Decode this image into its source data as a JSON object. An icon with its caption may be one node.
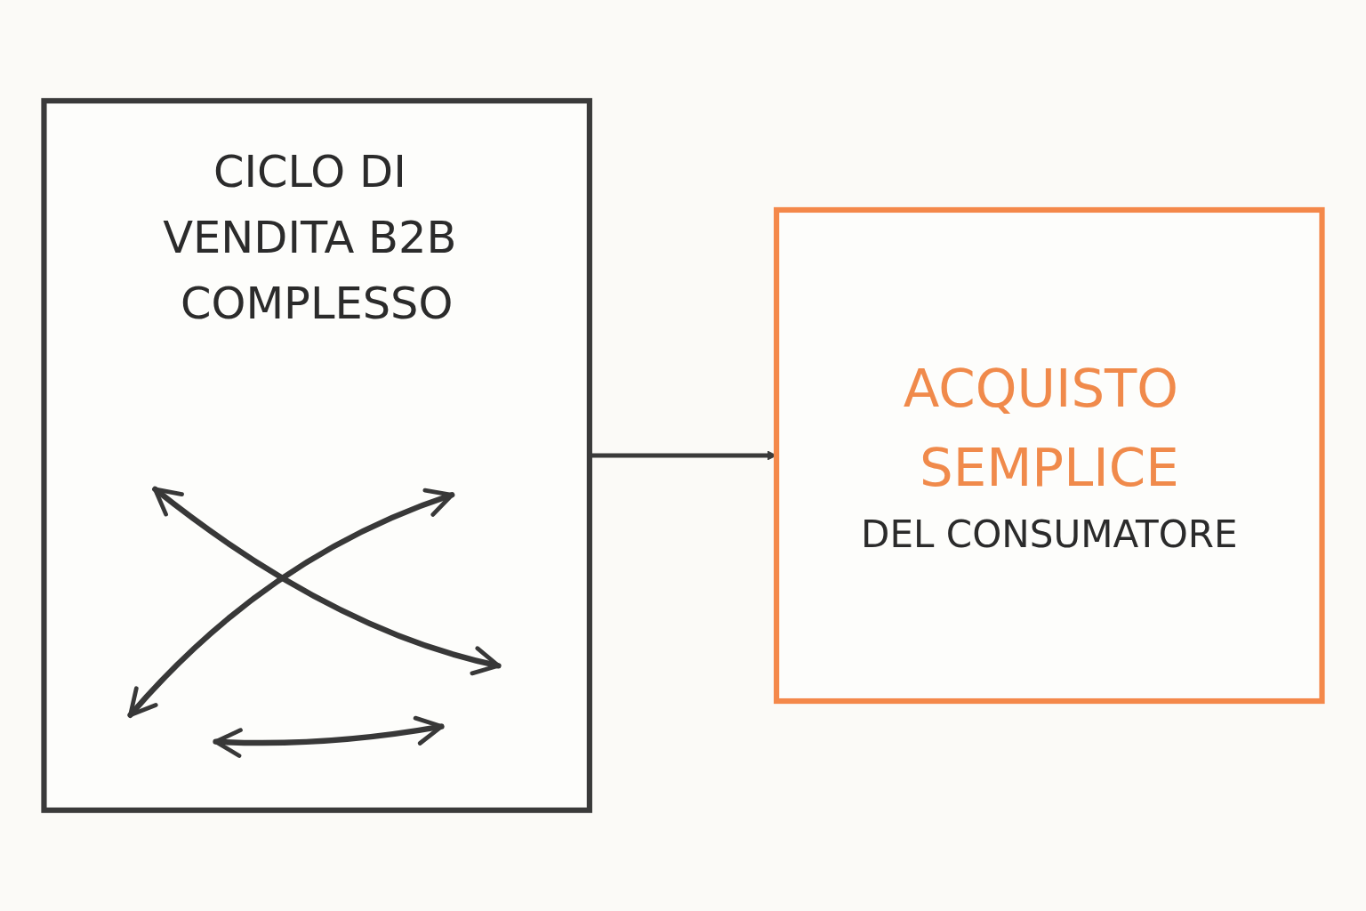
{
  "diagram": {
    "nodes": [
      {
        "text": [
          "CICLO DI VENDITA B2B COMPLESSO"
        ]
      },
      {
        "text": [
          "ACQUISTO SEMPLICE",
          "DEL CONSUMATORE"
        ]
      }
    ],
    "edges": [
      {
        "from": 0,
        "to": 1,
        "arrow": "to"
      }
    ]
  }
}
